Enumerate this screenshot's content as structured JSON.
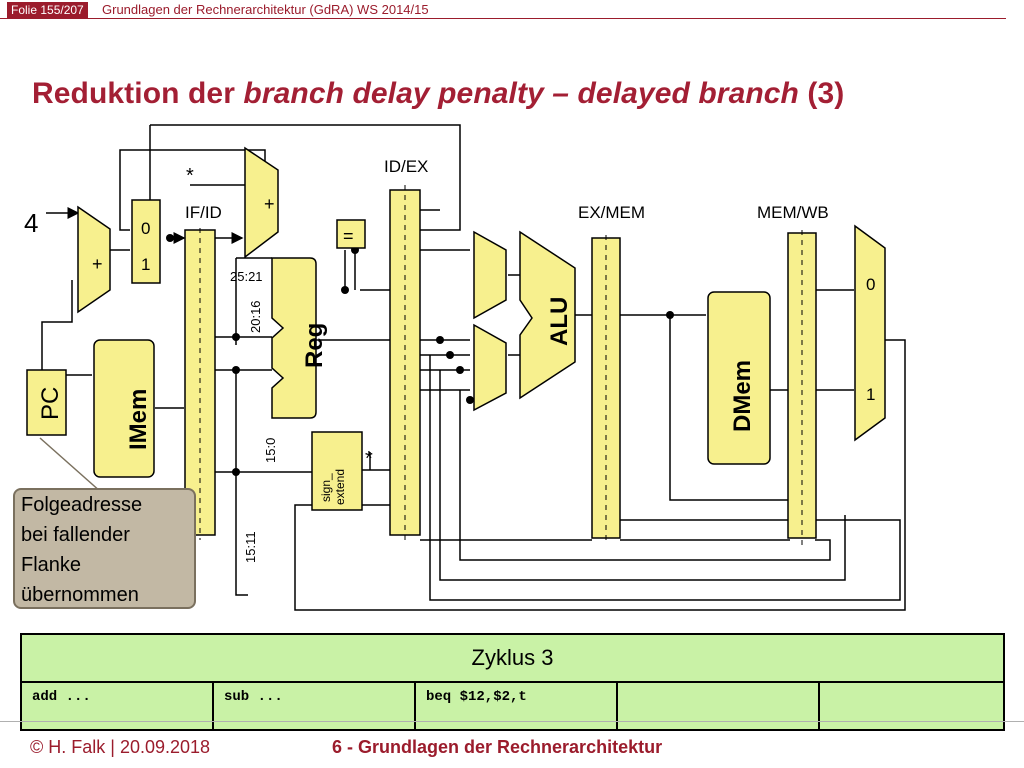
{
  "header": {
    "folio": "Folie 155/207",
    "course": "Grundlagen der Rechnerarchitektur (GdRA) WS 2014/15"
  },
  "title": {
    "prefix": "Reduktion der ",
    "italic": "branch delay penalty – delayed branch",
    "suffix": " (3)"
  },
  "diagram": {
    "constant_4": "4",
    "pc": "PC",
    "imem": "IMem",
    "reg": "Reg",
    "alu": "ALU",
    "dmem": "DMem",
    "sign_extend_1": "sign_",
    "sign_extend_2": "extend",
    "eq": "=",
    "plus": "+",
    "star": "*",
    "mux_0": "0",
    "mux_1": "1",
    "stage_ifid": "IF/ID",
    "stage_idex": "ID/EX",
    "stage_exmem": "EX/MEM",
    "stage_memwb": "MEM/WB",
    "bits_25_21": "25:21",
    "bits_20_16": "20:16",
    "bits_15_0": "15:0",
    "bits_15_11": "15:11",
    "colors": {
      "component": "#f7f08e",
      "note": "#c2b8a4",
      "accent": "#9b1c2c"
    }
  },
  "note": {
    "lines": [
      "Folgeadresse",
      "bei fallender",
      "Flanke",
      "übernommen"
    ]
  },
  "pipeline_table": {
    "cycle": "Zyklus 3",
    "cells": [
      "add ...",
      "sub ...",
      "beq $12,$2,t",
      "",
      ""
    ]
  },
  "footer": {
    "author": "© H. Falk | 20.09.2018",
    "chapter": "6 - Grundlagen der Rechnerarchitektur"
  }
}
